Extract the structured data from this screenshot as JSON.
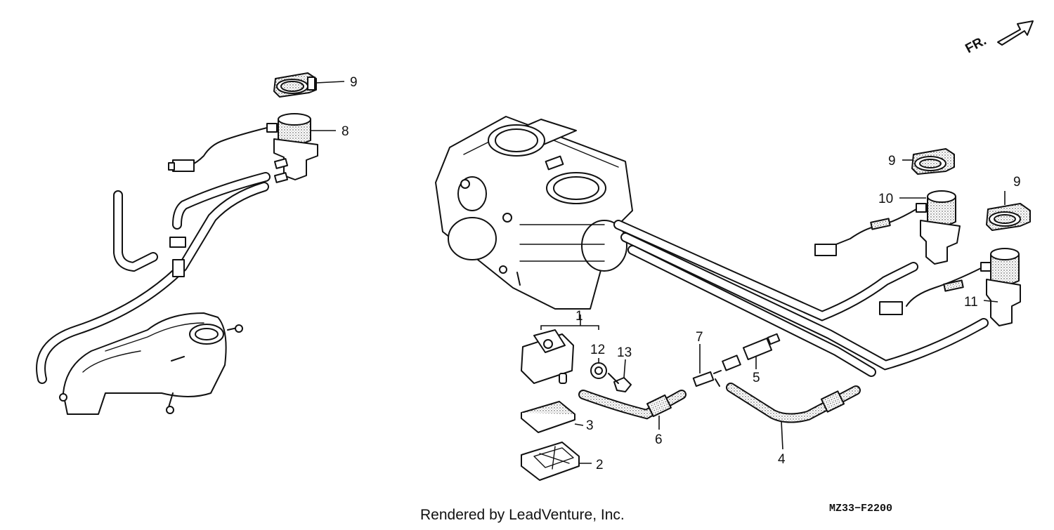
{
  "diagram": {
    "orientation_label": "FR.",
    "footer_text": "Rendered by LeadVenture, Inc.",
    "diagram_code": "MZ33−F2200",
    "callouts": [
      {
        "id": "c1",
        "label": "1"
      },
      {
        "id": "c2",
        "label": "2"
      },
      {
        "id": "c3",
        "label": "3"
      },
      {
        "id": "c4",
        "label": "4"
      },
      {
        "id": "c5",
        "label": "5"
      },
      {
        "id": "c6",
        "label": "6"
      },
      {
        "id": "c7",
        "label": "7"
      },
      {
        "id": "c8",
        "label": "8"
      },
      {
        "id": "c9a",
        "label": "9"
      },
      {
        "id": "c9b",
        "label": "9"
      },
      {
        "id": "c9c",
        "label": "9"
      },
      {
        "id": "c10",
        "label": "10"
      },
      {
        "id": "c11",
        "label": "11"
      },
      {
        "id": "c12",
        "label": "12"
      },
      {
        "id": "c13",
        "label": "13"
      }
    ]
  }
}
